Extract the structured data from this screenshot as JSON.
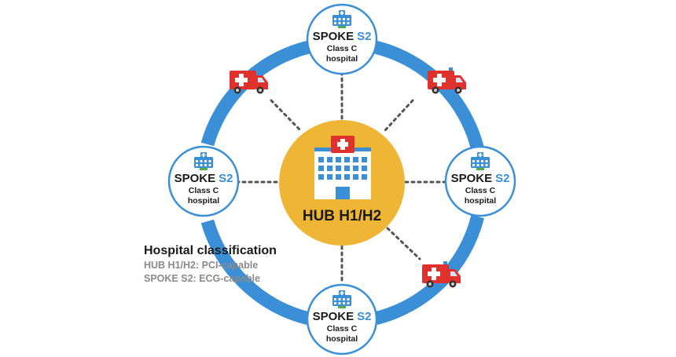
{
  "hub": {
    "label": "HUB H1/H2",
    "colors": {
      "circle": "#efb534",
      "building": "#ffffff",
      "window": "#3a8fd6",
      "cross_box": "#e0312d",
      "door": "#3a8fd6"
    },
    "icon": "hospital-building-icon"
  },
  "spokes": [
    {
      "id": "top",
      "word": "SPOKE",
      "code": "S2",
      "line1": "Class C",
      "line2": "hospital",
      "icon": "small-hospital-icon"
    },
    {
      "id": "left",
      "word": "SPOKE",
      "code": "S2",
      "line1": "Class C",
      "line2": "hospital",
      "icon": "small-hospital-icon"
    },
    {
      "id": "right",
      "word": "SPOKE",
      "code": "S2",
      "line1": "Class C",
      "line2": "hospital",
      "icon": "small-hospital-icon"
    },
    {
      "id": "bottom",
      "word": "SPOKE",
      "code": "S2",
      "line1": "Class C",
      "line2": "hospital",
      "icon": "small-hospital-icon"
    }
  ],
  "legend": {
    "title": "Hospital classification",
    "items": [
      "HUB H1/H2: PCI-capable",
      "SPOKE S2: ECG-capable"
    ]
  },
  "ambulances": [
    {
      "id": "top-left",
      "icon": "ambulance-icon"
    },
    {
      "id": "top-right",
      "icon": "ambulance-icon"
    },
    {
      "id": "bottom-right",
      "icon": "ambulance-icon"
    }
  ],
  "colors": {
    "ring": "#3a8fd6",
    "connector": "#555555",
    "spoke_border": "#3a8fd6",
    "ambulance_red": "#e0312d",
    "accent_blue": "#3a8fd6"
  }
}
